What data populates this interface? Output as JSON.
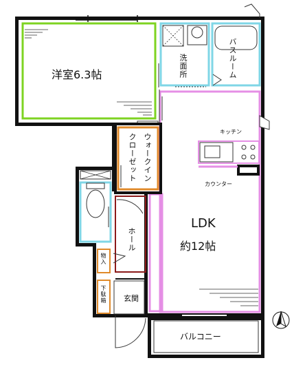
{
  "floorplan": {
    "rooms": {
      "western_room": {
        "label": "洋室6.3帖",
        "color": "#7ed321"
      },
      "bathroom": {
        "label": "バスルーム",
        "color": "#7fd6e6"
      },
      "washroom": {
        "label": "洗面所",
        "color": "#7fd6e6"
      },
      "ldk": {
        "label": "LDK",
        "size": "約12帖",
        "color": "#e58fe5"
      },
      "walk_in_closet": {
        "label": "ウォークインクローゼット",
        "color": "#e08a2a"
      },
      "hall": {
        "label": "ホール",
        "color": "#8b1a1a"
      },
      "entrance": {
        "label": "玄関"
      },
      "balcony": {
        "label": "バルコニー"
      },
      "storage": {
        "label": "物入"
      },
      "shoe_box": {
        "label": "下駄箱",
        "color": "#e08a2a"
      }
    },
    "kitchen_label": "キッチン",
    "counter_label": "カウンター",
    "north_icon": "north-arrow-icon",
    "wall_color": "#111111"
  }
}
